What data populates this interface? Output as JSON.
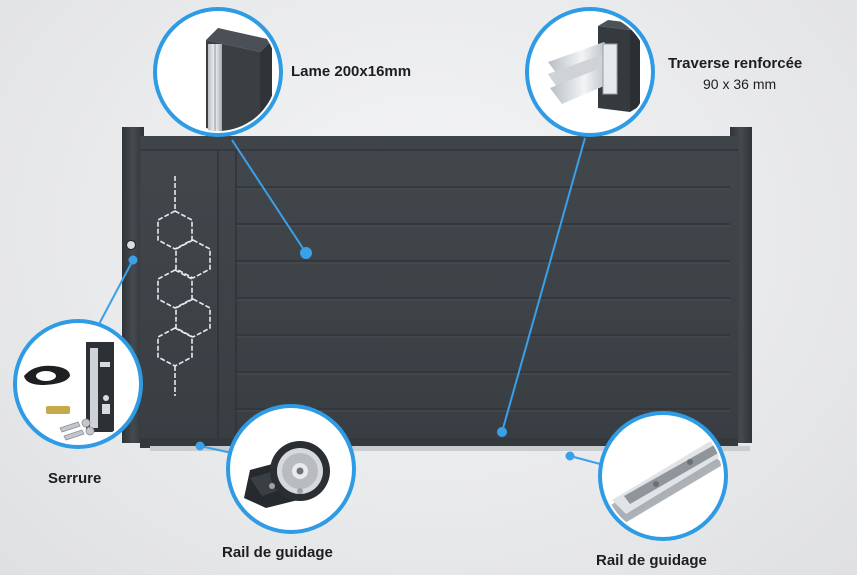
{
  "colors": {
    "gate": "#3b4045",
    "gate_dark": "#30353a",
    "callout_ring": "#2e9be4",
    "leader_line": "#3aa0e8"
  },
  "callouts": {
    "lame": {
      "title": "Lame 200x16mm",
      "icon": "aluminium-slat-profile"
    },
    "traverse": {
      "title": "Traverse renforcée",
      "subtitle": "90 x 36 mm",
      "icon": "reinforced-crossbar-profile"
    },
    "serrure": {
      "title": "Serrure",
      "icon": "lock-kit"
    },
    "rail_roller": {
      "title": "Rail de guidage",
      "icon": "guide-roller"
    },
    "rail_track": {
      "title": "Rail de guidage",
      "icon": "galvanized-guide-rail"
    }
  },
  "gate": {
    "description_icon": "sliding-gate-hexagon-pattern"
  }
}
